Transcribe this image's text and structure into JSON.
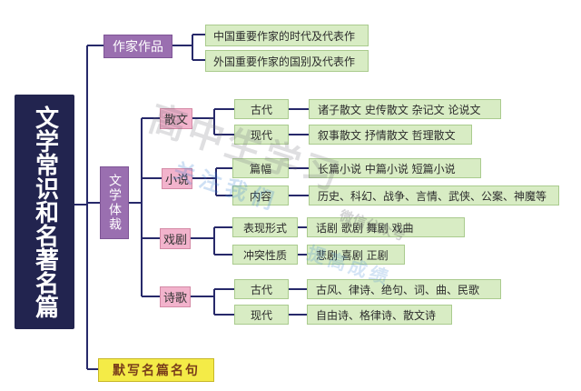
{
  "root": {
    "label": "文学常识和名著名篇"
  },
  "branches": {
    "writers": {
      "label": "作家作品",
      "items": [
        "中国重要作家的时代及代表作",
        "外国重要作家的国别及代表作"
      ]
    },
    "genres": {
      "label": "文学体裁",
      "prose": {
        "label": "散文",
        "ancient": {
          "label": "古代",
          "detail": "诸子散文  史传散文  杂记文  论说文"
        },
        "modern": {
          "label": "现代",
          "detail": "叙事散文  抒情散文  哲理散文"
        }
      },
      "novel": {
        "label": "小说",
        "length": {
          "label": "篇幅",
          "detail": "长篇小说  中篇小说  短篇小说"
        },
        "content": {
          "label": "内容",
          "detail": "历史、科幻、战争、言情、武侠、公案、神魔等"
        }
      },
      "drama": {
        "label": "戏剧",
        "form": {
          "label": "表现形式",
          "detail": "话剧  歌剧  舞剧  戏曲"
        },
        "conflict": {
          "label": "冲突性质",
          "detail": "悲剧  喜剧  正剧"
        }
      },
      "poetry": {
        "label": "诗歌",
        "ancient": {
          "label": "古代",
          "detail": "古风、律诗、绝句、词、曲、民歌"
        },
        "modern": {
          "label": "现代",
          "detail": "自由诗、格律诗、散文诗"
        }
      }
    },
    "recite": {
      "label": "默写名篇名句"
    }
  },
  "watermark": {
    "main": "高中生学习",
    "sub": "关注我们",
    "side": "微信公众号",
    "small": "提高成绩"
  },
  "colors": {
    "root": "#22244f",
    "level1": "#9a6fb0",
    "level2": "#f2b3cc",
    "leaf": "#d8ecc4",
    "recite": "#f4eb47",
    "connector": "#27296a"
  }
}
